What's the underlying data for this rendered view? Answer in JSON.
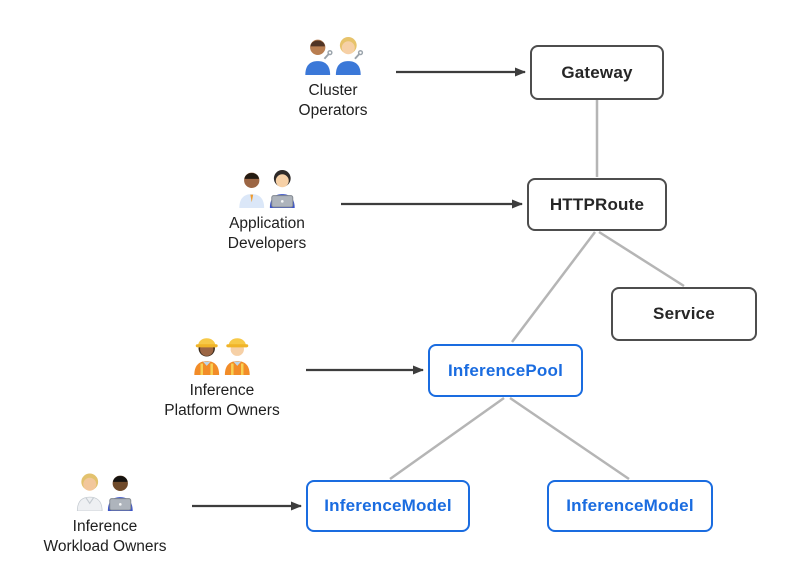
{
  "diagram": {
    "colors": {
      "background": "#ffffff",
      "dark_node_border": "#4d4d4d",
      "dark_node_text": "#262626",
      "blue_node": "#1a6ce0",
      "connector_line": "#b5b5b5",
      "arrow": "#3d3d3d"
    },
    "nodes": {
      "gateway": {
        "label": "Gateway",
        "style": "dark"
      },
      "httproute": {
        "label": "HTTPRoute",
        "style": "dark"
      },
      "service": {
        "label": "Service",
        "style": "dark"
      },
      "inference_pool": {
        "label": "InferencePool",
        "style": "blue"
      },
      "inference_model_left": {
        "label": "InferenceModel",
        "style": "blue"
      },
      "inference_model_right": {
        "label": "InferenceModel",
        "style": "blue"
      }
    },
    "personas": {
      "cluster_operators": {
        "emoji": "👨🏽‍🔧👩🏼‍🔧",
        "line1": "Cluster",
        "line2": "Operators"
      },
      "application_developers": {
        "emoji": "👨🏾‍💼👩🏻‍💻",
        "line1": "Application",
        "line2": "Developers"
      },
      "inference_platform_owners": {
        "emoji": "👷🏾‍♀️👷🏻",
        "line1": "Inference",
        "line2": "Platform Owners"
      },
      "inference_workload_owners": {
        "emoji": "🧑🏼‍🔬👨🏿‍💻",
        "line1": "Inference",
        "line2": "Workload Owners"
      }
    },
    "edges": [
      {
        "from": "Gateway",
        "to": "HTTPRoute",
        "type": "line"
      },
      {
        "from": "HTTPRoute",
        "to": "InferencePool",
        "type": "line"
      },
      {
        "from": "HTTPRoute",
        "to": "Service",
        "type": "line"
      },
      {
        "from": "InferencePool",
        "to": "InferenceModel (left)",
        "type": "line"
      },
      {
        "from": "InferencePool",
        "to": "InferenceModel (right)",
        "type": "line"
      },
      {
        "from": "Cluster Operators",
        "to": "Gateway",
        "type": "arrow"
      },
      {
        "from": "Application Developers",
        "to": "HTTPRoute",
        "type": "arrow"
      },
      {
        "from": "Inference Platform Owners",
        "to": "InferencePool",
        "type": "arrow"
      },
      {
        "from": "Inference Workload Owners",
        "to": "InferenceModel (left)",
        "type": "arrow"
      }
    ]
  }
}
